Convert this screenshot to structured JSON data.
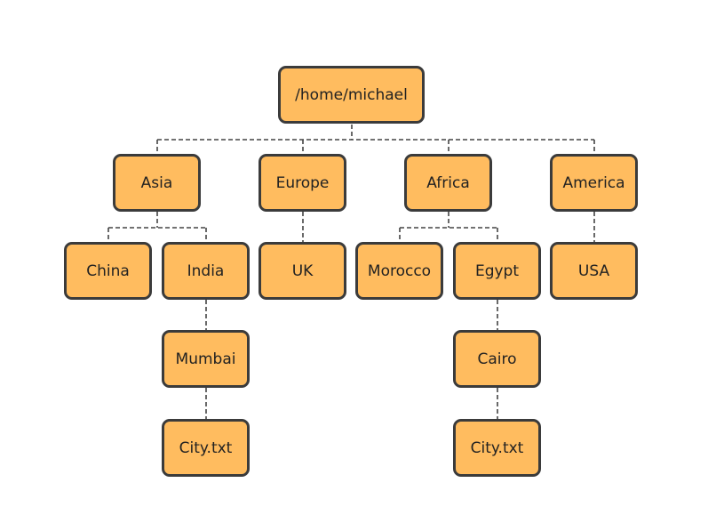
{
  "diagram": {
    "type": "directory-tree",
    "colors": {
      "node_fill": "#ffbc5f",
      "node_border": "#3b3b3b",
      "connector": "#444444",
      "text": "#222222"
    },
    "nodes": {
      "root": "/home/michael",
      "asia": "Asia",
      "europe": "Europe",
      "africa": "Africa",
      "america": "America",
      "china": "China",
      "india": "India",
      "uk": "UK",
      "morocco": "Morocco",
      "egypt": "Egypt",
      "usa": "USA",
      "mumbai": "Mumbai",
      "cairo": "Cairo",
      "india_city_file": "City.txt",
      "cairo_city_file": "City.txt"
    },
    "edges": [
      [
        "root",
        "asia"
      ],
      [
        "root",
        "europe"
      ],
      [
        "root",
        "africa"
      ],
      [
        "root",
        "america"
      ],
      [
        "asia",
        "china"
      ],
      [
        "asia",
        "india"
      ],
      [
        "europe",
        "uk"
      ],
      [
        "africa",
        "morocco"
      ],
      [
        "africa",
        "egypt"
      ],
      [
        "america",
        "usa"
      ],
      [
        "india",
        "mumbai"
      ],
      [
        "mumbai",
        "india_city_file"
      ],
      [
        "egypt",
        "cairo"
      ],
      [
        "cairo",
        "cairo_city_file"
      ]
    ]
  }
}
